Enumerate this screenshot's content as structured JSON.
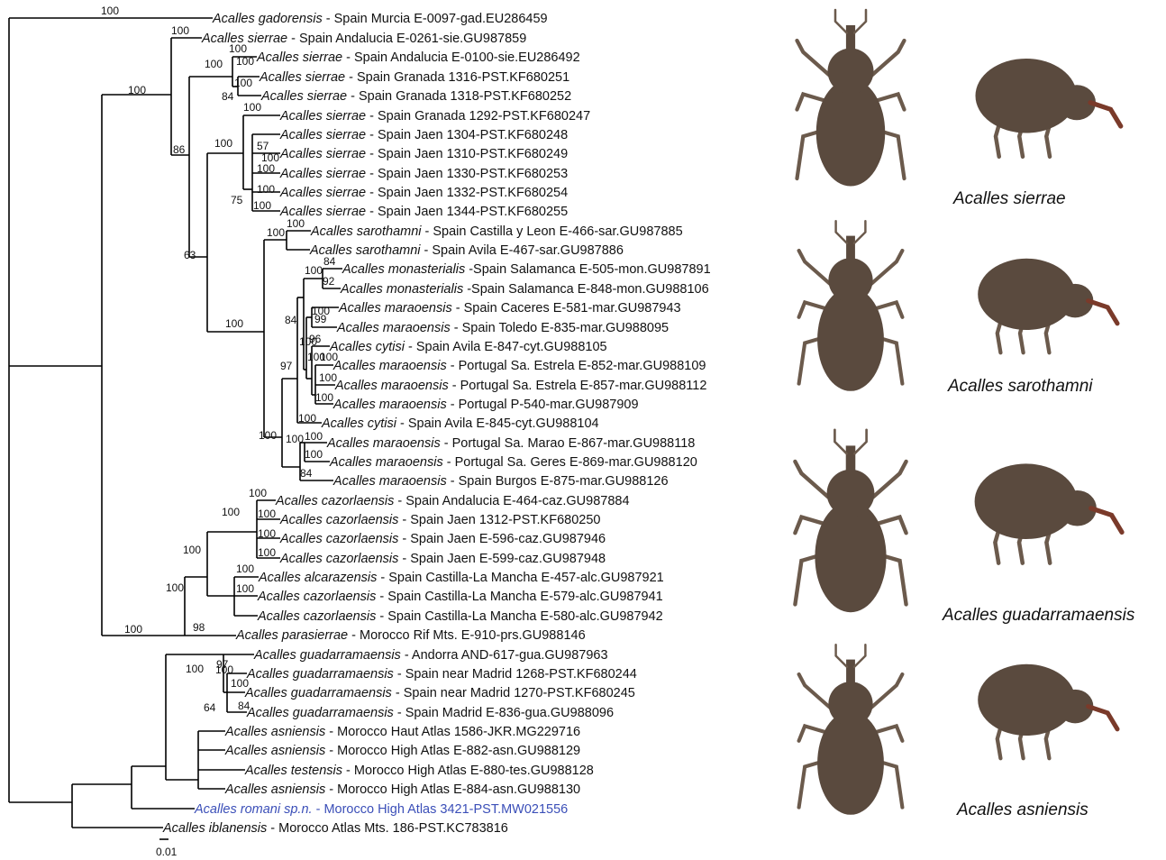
{
  "taxa": [
    {
      "species": "Acalles gadorensis",
      "info": "- Spain Murcia E-0097-gad.EU286459"
    },
    {
      "species": "Acalles sierrae",
      "info": "- Spain Andalucia E-0261-sie.GU987859"
    },
    {
      "species": "Acalles sierrae",
      "info": "- Spain Andalucia E-0100-sie.EU286492"
    },
    {
      "species": "Acalles sierrae",
      "info": "- Spain Granada 1316-PST.KF680251"
    },
    {
      "species": "Acalles sierrae",
      "info": "- Spain Granada 1318-PST.KF680252"
    },
    {
      "species": "Acalles sierrae",
      "info": "- Spain Granada 1292-PST.KF680247"
    },
    {
      "species": "Acalles sierrae",
      "info": "- Spain Jaen 1304-PST.KF680248"
    },
    {
      "species": "Acalles sierrae",
      "info": "- Spain Jaen 1310-PST.KF680249"
    },
    {
      "species": "Acalles sierrae",
      "info": "- Spain Jaen 1330-PST.KF680253"
    },
    {
      "species": "Acalles sierrae",
      "info": "- Spain Jaen 1332-PST.KF680254"
    },
    {
      "species": "Acalles sierrae",
      "info": "- Spain Jaen 1344-PST.KF680255"
    },
    {
      "species": "Acalles sarothamni",
      "info": "- Spain Castilla y Leon E-466-sar.GU987885"
    },
    {
      "species": "Acalles sarothamni",
      "info": "- Spain Avila E-467-sar.GU987886"
    },
    {
      "species": "Acalles monasterialis",
      "info": "-Spain Salamanca E-505-mon.GU987891"
    },
    {
      "species": "Acalles monasterialis",
      "info": "-Spain Salamanca E-848-mon.GU988106"
    },
    {
      "species": "Acalles maraoensis",
      "info": "- Spain Caceres E-581-mar.GU987943"
    },
    {
      "species": "Acalles maraoensis",
      "info": "- Spain Toledo E-835-mar.GU988095"
    },
    {
      "species": "Acalles cytisi",
      "info": "- Spain Avila E-847-cyt.GU988105"
    },
    {
      "species": "Acalles maraoensis",
      "info": "- Portugal Sa. Estrela E-852-mar.GU988109"
    },
    {
      "species": "Acalles maraoensis",
      "info": "- Portugal Sa. Estrela E-857-mar.GU988112"
    },
    {
      "species": "Acalles maraoensis",
      "info": "- Portugal P-540-mar.GU987909"
    },
    {
      "species": "Acalles cytisi",
      "info": "- Spain Avila E-845-cyt.GU988104"
    },
    {
      "species": "Acalles maraoensis",
      "info": "- Portugal Sa. Marao E-867-mar.GU988118"
    },
    {
      "species": "Acalles maraoensis",
      "info": "- Portugal Sa. Geres E-869-mar.GU988120"
    },
    {
      "species": "Acalles maraoensis",
      "info": "- Spain Burgos E-875-mar.GU988126"
    },
    {
      "species": "Acalles cazorlaensis",
      "info": "- Spain Andalucia E-464-caz.GU987884"
    },
    {
      "species": "Acalles cazorlaensis",
      "info": "- Spain Jaen 1312-PST.KF680250"
    },
    {
      "species": "Acalles cazorlaensis",
      "info": "- Spain Jaen E-596-caz.GU987946"
    },
    {
      "species": "Acalles cazorlaensis",
      "info": "- Spain Jaen E-599-caz.GU987948"
    },
    {
      "species": "Acalles alcarazensis",
      "info": "- Spain Castilla-La Mancha E-457-alc.GU987921"
    },
    {
      "species": "Acalles cazorlaensis",
      "info": "- Spain Castilla-La Mancha E-579-alc.GU987941"
    },
    {
      "species": "Acalles cazorlaensis",
      "info": "- Spain Castilla-La Mancha E-580-alc.GU987942"
    },
    {
      "species": "Acalles parasierrae",
      "info": "- Morocco Rif Mts. E-910-prs.GU988146"
    },
    {
      "species": "Acalles guadarramaensis",
      "info": "- Andorra AND-617-gua.GU987963"
    },
    {
      "species": "Acalles guadarramaensis",
      "info": "- Spain near Madrid 1268-PST.KF680244"
    },
    {
      "species": "Acalles guadarramaensis",
      "info": "- Spain near Madrid 1270-PST.KF680245"
    },
    {
      "species": "Acalles guadarramaensis",
      "info": "- Spain Madrid E-836-gua.GU988096"
    },
    {
      "species": "Acalles asniensis",
      "info": "- Morocco Haut Atlas 1586-JKR.MG229716"
    },
    {
      "species": "Acalles asniensis",
      "info": "- Morocco High Atlas E-882-asn.GU988129"
    },
    {
      "species": "Acalles testensis",
      "info": "- Morocco High Atlas E-880-tes.GU988128"
    },
    {
      "species": "Acalles asniensis",
      "info": "- Morocco High Atlas E-884-asn.GU988130"
    },
    {
      "species": "Acalles romani sp.n.",
      "info": "- Morocco High Atlas 3421-PST.MW021556",
      "highlight": true
    },
    {
      "species": "Acalles iblanensis",
      "info": "- Morocco Atlas Mts. 186-PST.KC783816"
    }
  ],
  "supports": [
    "100",
    "100",
    "100",
    "100",
    "100",
    "84",
    "100",
    "100",
    "100",
    "57",
    "100",
    "100",
    "75",
    "100",
    "86",
    "100",
    "100",
    "63",
    "100",
    "100",
    "100",
    "100",
    "84",
    "92",
    "84",
    "100",
    "99",
    "96",
    "97",
    "100",
    "100",
    "100",
    "100",
    "100",
    "100",
    "100",
    "100",
    "100",
    "100",
    "84",
    "100",
    "100",
    "100",
    "100",
    "100",
    "64",
    "100",
    "84",
    "100",
    "100",
    "100",
    "100",
    "98",
    "100",
    "100",
    "97",
    "100"
  ],
  "scale_bar": {
    "label": "0.01"
  },
  "photo_captions": [
    "Acalles sierrae",
    "Acalles sarothamni",
    "Acalles guadarramaensis",
    "Acalles asniensis"
  ],
  "colors": {
    "highlight": "#3b4fb8",
    "beetle_body": "#5a4a3e",
    "beetle_legs": "#6b5a4c"
  }
}
